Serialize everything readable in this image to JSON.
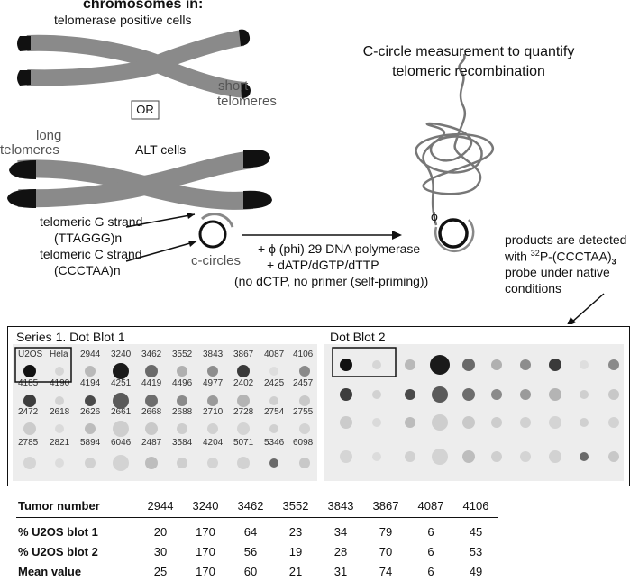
{
  "top": {
    "heading": "chromosomes in:",
    "telomerase_label": "telomerase positive cells",
    "or_label": "OR",
    "short_label": "short",
    "short_label2": "telomeres",
    "long_label": "long",
    "long_label2": "telomeres",
    "alt_label": "ALT cells"
  },
  "method": {
    "title_line1": "C-circle measurement to quantify",
    "title_line2": "telomeric recombination",
    "g_strand": "telomeric G strand",
    "g_seq": "(TTAGGG)n",
    "c_strand": "telomeric C strand",
    "c_seq": "(CCCTAA)n",
    "ccircles": "c-circles",
    "phi": "ϕ",
    "reaction_line1": "+ ϕ (phi) 29 DNA polymerase",
    "reaction_line2": "+ dATP/dGTP/dTTP",
    "reaction_line3": "(no dCTP, no primer (self-priming))",
    "products_line1": "products are detected",
    "products_line2_pre": "with ",
    "products_line2_sup": "32",
    "products_line2_mid": "P-(CCCTAA)",
    "products_line2_sub": "3",
    "products_line3": "probe under native",
    "products_line4": "conditions"
  },
  "blots": {
    "blot1_title": "Series 1. Dot Blot 1",
    "blot2_title": "Dot Blot 2",
    "rows": [
      [
        "U2OS",
        "Hela",
        "2944",
        "3240",
        "3462",
        "3552",
        "3843",
        "3867",
        "4087",
        "4106"
      ],
      [
        "4185",
        "4190",
        "4194",
        "4251",
        "4419",
        "4496",
        "4977",
        "2402",
        "2425",
        "2457"
      ],
      [
        "2472",
        "2618",
        "2626",
        "2661",
        "2668",
        "2688",
        "2710",
        "2728",
        "2754",
        "2755"
      ],
      [
        "2785",
        "2821",
        "5894",
        "6046",
        "2487",
        "3584",
        "4204",
        "5071",
        "5346",
        "6098"
      ]
    ]
  },
  "table": {
    "header_label": "Tumor number",
    "tumors": [
      "2944",
      "3240",
      "3462",
      "3552",
      "3843",
      "3867",
      "4087",
      "4106"
    ],
    "rows": [
      {
        "label": "% U2OS blot 1",
        "values": [
          "20",
          "170",
          "64",
          "23",
          "34",
          "79",
          "6",
          "45"
        ]
      },
      {
        "label": "% U2OS blot 2",
        "values": [
          "30",
          "170",
          "56",
          "19",
          "28",
          "70",
          "6",
          "53"
        ]
      },
      {
        "label": "Mean value",
        "values": [
          "25",
          "170",
          "60",
          "21",
          "31",
          "74",
          "6",
          "49"
        ]
      }
    ]
  }
}
